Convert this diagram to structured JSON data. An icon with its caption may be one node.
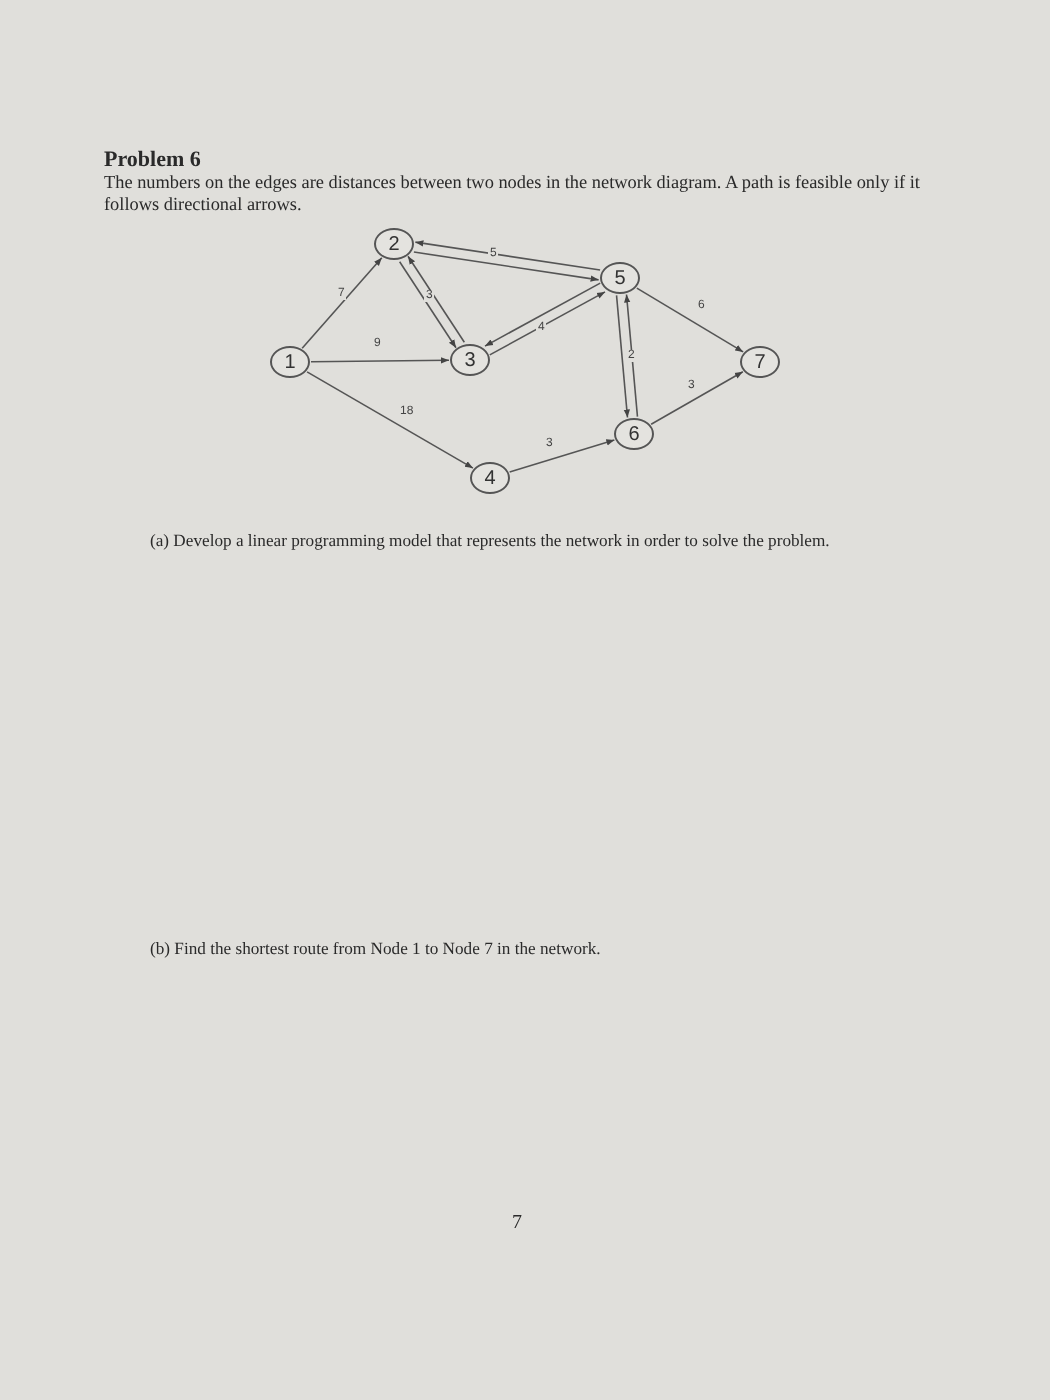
{
  "diagram": {
    "title": "Problem 6",
    "nodes": [
      {
        "text": [
          "1"
        ]
      },
      {
        "text": [
          "2"
        ]
      },
      {
        "text": [
          "3"
        ]
      },
      {
        "text": [
          "4"
        ]
      },
      {
        "text": [
          "5"
        ]
      },
      {
        "text": [
          "6"
        ]
      },
      {
        "text": [
          "7"
        ]
      }
    ],
    "edges": [
      {
        "from": 0,
        "to": 1,
        "arrow": "to",
        "label": "7"
      },
      {
        "from": 0,
        "to": 2,
        "arrow": "to",
        "label": "9"
      },
      {
        "from": 0,
        "to": 3,
        "arrow": "to",
        "label": "18"
      },
      {
        "from": 1,
        "to": 2,
        "arrow": "to",
        "label": "3"
      },
      {
        "from": 2,
        "to": 1,
        "arrow": "to"
      },
      {
        "from": 1,
        "to": 4,
        "arrow": "to",
        "label": "5"
      },
      {
        "from": 4,
        "to": 1,
        "arrow": "to"
      },
      {
        "from": 2,
        "to": 4,
        "arrow": "to",
        "label": "4"
      },
      {
        "from": 4,
        "to": 2,
        "arrow": "to"
      },
      {
        "from": 4,
        "to": 5,
        "arrow": "to",
        "label": "2"
      },
      {
        "from": 5,
        "to": 4,
        "arrow": "to"
      },
      {
        "from": 4,
        "to": 6,
        "arrow": "to",
        "label": "6"
      },
      {
        "from": 5,
        "to": 6,
        "arrow": "to",
        "label": "3"
      },
      {
        "from": 3,
        "to": 5,
        "arrow": "to",
        "label": "3"
      }
    ],
    "labels": [
      "The numbers on the edges are distances between two nodes in the network diagram.  A path is feasible only if it follows directional arrows.",
      "(a) Develop a linear programming model that represents the network in order to solve the problem.",
      "(b) Find the shortest route from Node 1 to Node 7 in the network.",
      "7"
    ]
  }
}
